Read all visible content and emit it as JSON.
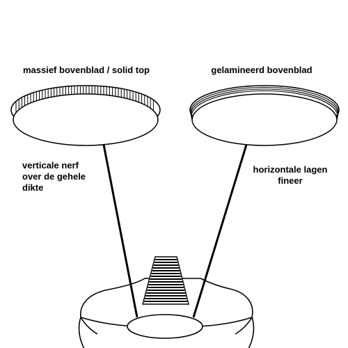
{
  "labels": {
    "solid_top_title": "massief bovenblad / solid top",
    "laminated_top_title": "gelamineerd bovenblad",
    "solid_top_caption": "verticale nerf\nover de gehele\ndikte",
    "laminated_top_caption": "horizontale lagen\nfineer"
  },
  "colors": {
    "line": "#000000",
    "background": "#ffffff"
  }
}
